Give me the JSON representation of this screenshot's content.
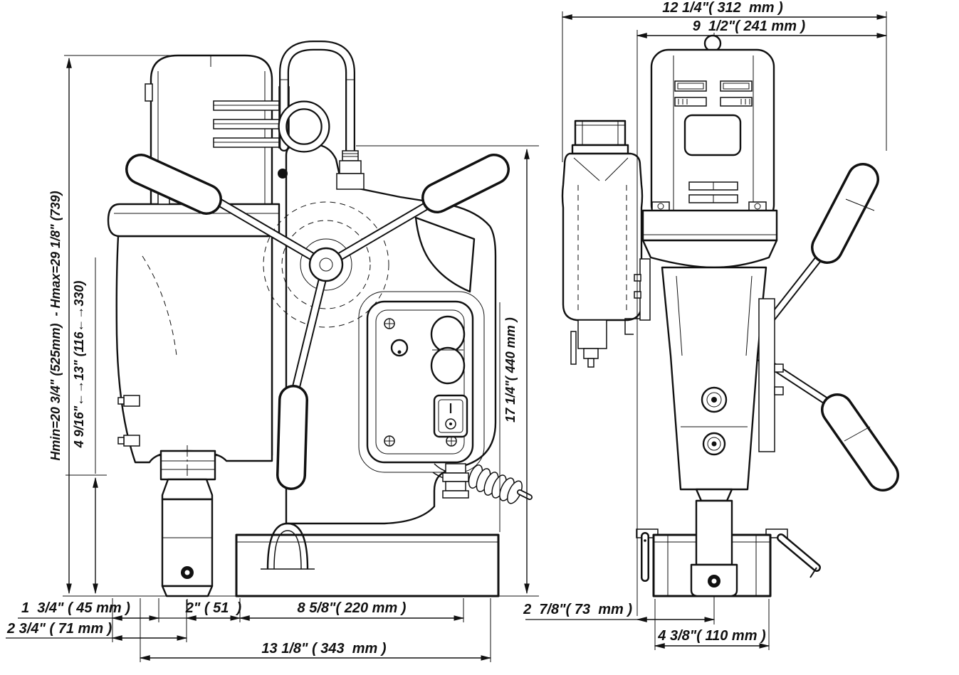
{
  "colors": {
    "ink": "#111111",
    "background": "#ffffff"
  },
  "dimensions": {
    "top_width_overall": "12 1/4\"( 312  mm )",
    "top_width_body": "9  1/2\"( 241 mm )",
    "height_range": "Hmin=20 3/4\" (525mm)  - Hmax=29 1/8\" (739)",
    "stroke_range": "4 9/16\"←→13\" (116←→330)",
    "column_height": "17 1/4\"( 440 mm )",
    "offset_45": "1  3/4\" ( 45 mm )",
    "offset_71": "2 3/4\" ( 71 mm )",
    "offset_51": "2\" ( 51  )",
    "base_length_220": "8 5/8\"( 220 mm )",
    "overall_length_343": "13 1/8\" ( 343  mm )",
    "side_offset_73": "2  7/8\"( 73  mm )",
    "base_width_110": "4 3/8\"( 110 mm )"
  }
}
